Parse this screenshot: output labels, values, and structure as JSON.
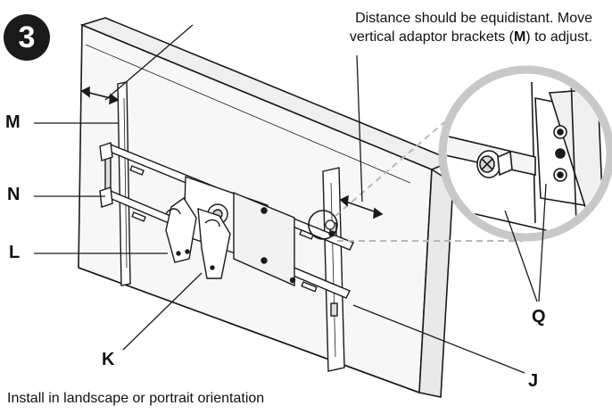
{
  "step": {
    "number": "3"
  },
  "note": {
    "line1": "Distance should be equidistant.  Move",
    "line2_before": "vertical adaptor brackets (",
    "line2_bold": "M",
    "line2_after": ") to adjust."
  },
  "footer": {
    "text": "Install in landscape or portrait orientation"
  },
  "parts": {
    "M": "M",
    "N": "N",
    "L": "L",
    "K": "K",
    "J": "J",
    "Q": "Q"
  },
  "colors": {
    "ink": "#1a1a1a",
    "panel": "#f7f7f7",
    "side": "#e9e9e9",
    "dashed": "#b8b8b8",
    "zoom_ring": "#c8c8c8"
  }
}
